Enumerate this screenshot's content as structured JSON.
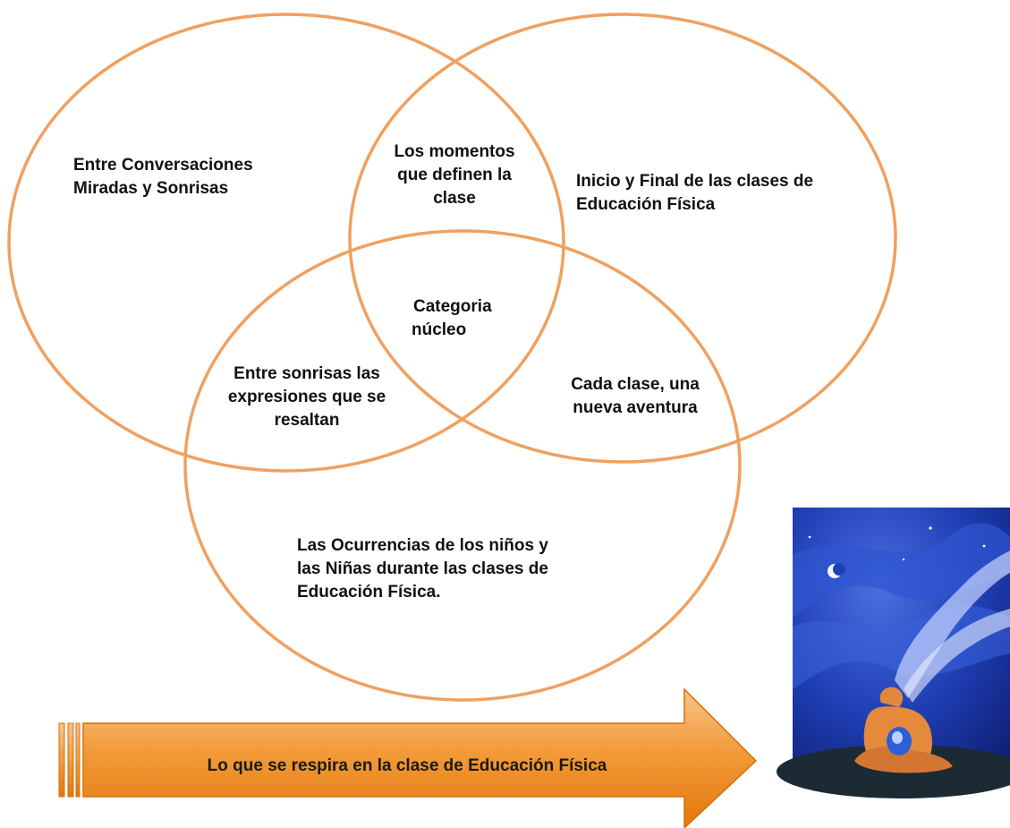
{
  "diagram": {
    "circles": {
      "left": [
        "Entre Conversaciones",
        "Miradas y Sonrisas"
      ],
      "right": [
        "Inicio y Final de las clases de",
        "Educación Física"
      ],
      "bottom": [
        "Las Ocurrencias  de los niños y",
        "las Niñas durante las clases de",
        "Educación Física."
      ]
    },
    "intersections": {
      "left_right": [
        "Los momentos",
        "que definen la",
        "clase"
      ],
      "left_bottom": [
        "Entre sonrisas las",
        "expresiones que se",
        "resaltan"
      ],
      "right_bottom": [
        "Cada clase, una",
        "nueva aventura"
      ],
      "center": [
        "Categoria",
        "núcleo"
      ]
    }
  },
  "arrow": {
    "label": "Lo que se respira en la clase de Educación Física"
  },
  "colors": {
    "circle_stroke": "#f0a060",
    "arrow_light": "#f8c488",
    "arrow_dark": "#e2770a",
    "arrow_stroke": "#d2700d",
    "text": "#111111"
  }
}
